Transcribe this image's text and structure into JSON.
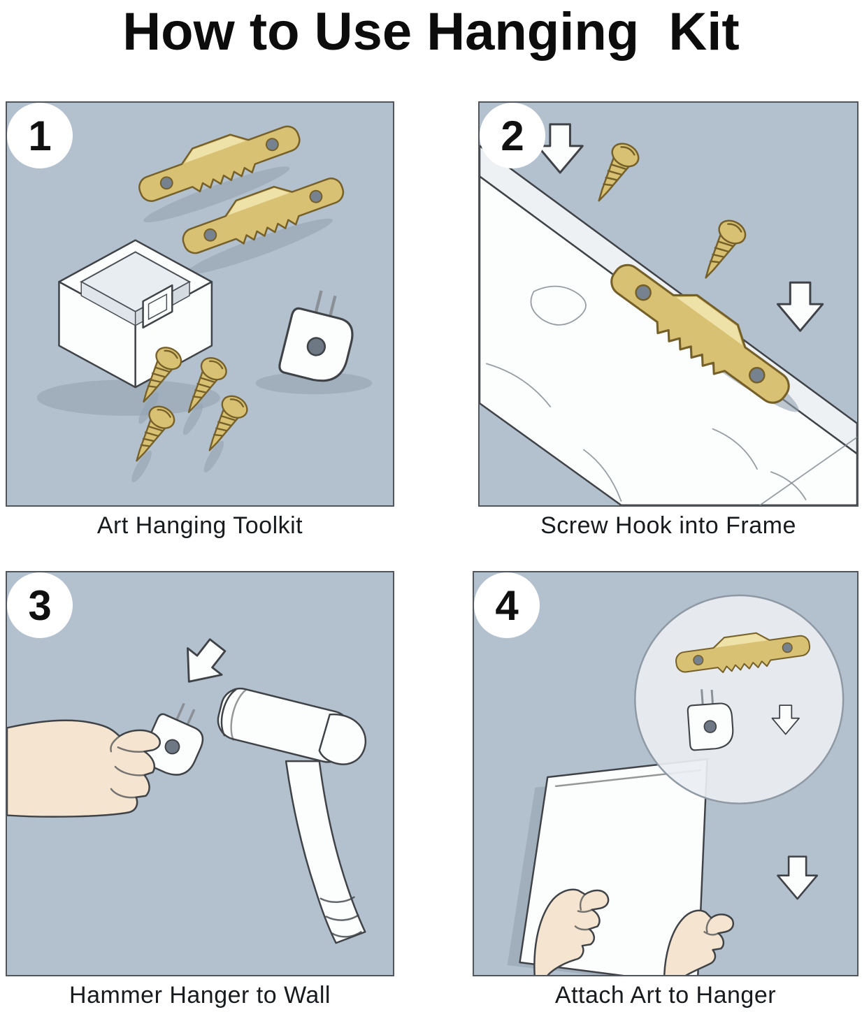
{
  "title": "How to Use Hanging  Kit",
  "colors": {
    "panel_bg": "#b3c0cd",
    "panel_border": "#51565c",
    "brass": "#d9c173",
    "brass_dark": "#75602a",
    "outline": "#3f4347",
    "skin": "#f5e5d0",
    "shadow": "#94a3b2",
    "white": "#fcfdfd"
  },
  "panels": [
    {
      "number": "1",
      "caption": "Art Hanging Toolkit",
      "illustration": "sawtooth hangers, screws, storage box and hook hanger"
    },
    {
      "number": "2",
      "caption": "Screw Hook into Frame",
      "illustration": "sawtooth hanger screwed to wooden frame, screws and down arrows"
    },
    {
      "number": "3",
      "caption": "Hammer Hanger to Wall",
      "illustration": "hand holding wall hanger, hammer ready to tap"
    },
    {
      "number": "4",
      "caption": "Attach Art to Hanger",
      "illustration": "hands placing framed art, zoom detail of hook engaging sawtooth hanger"
    }
  ]
}
